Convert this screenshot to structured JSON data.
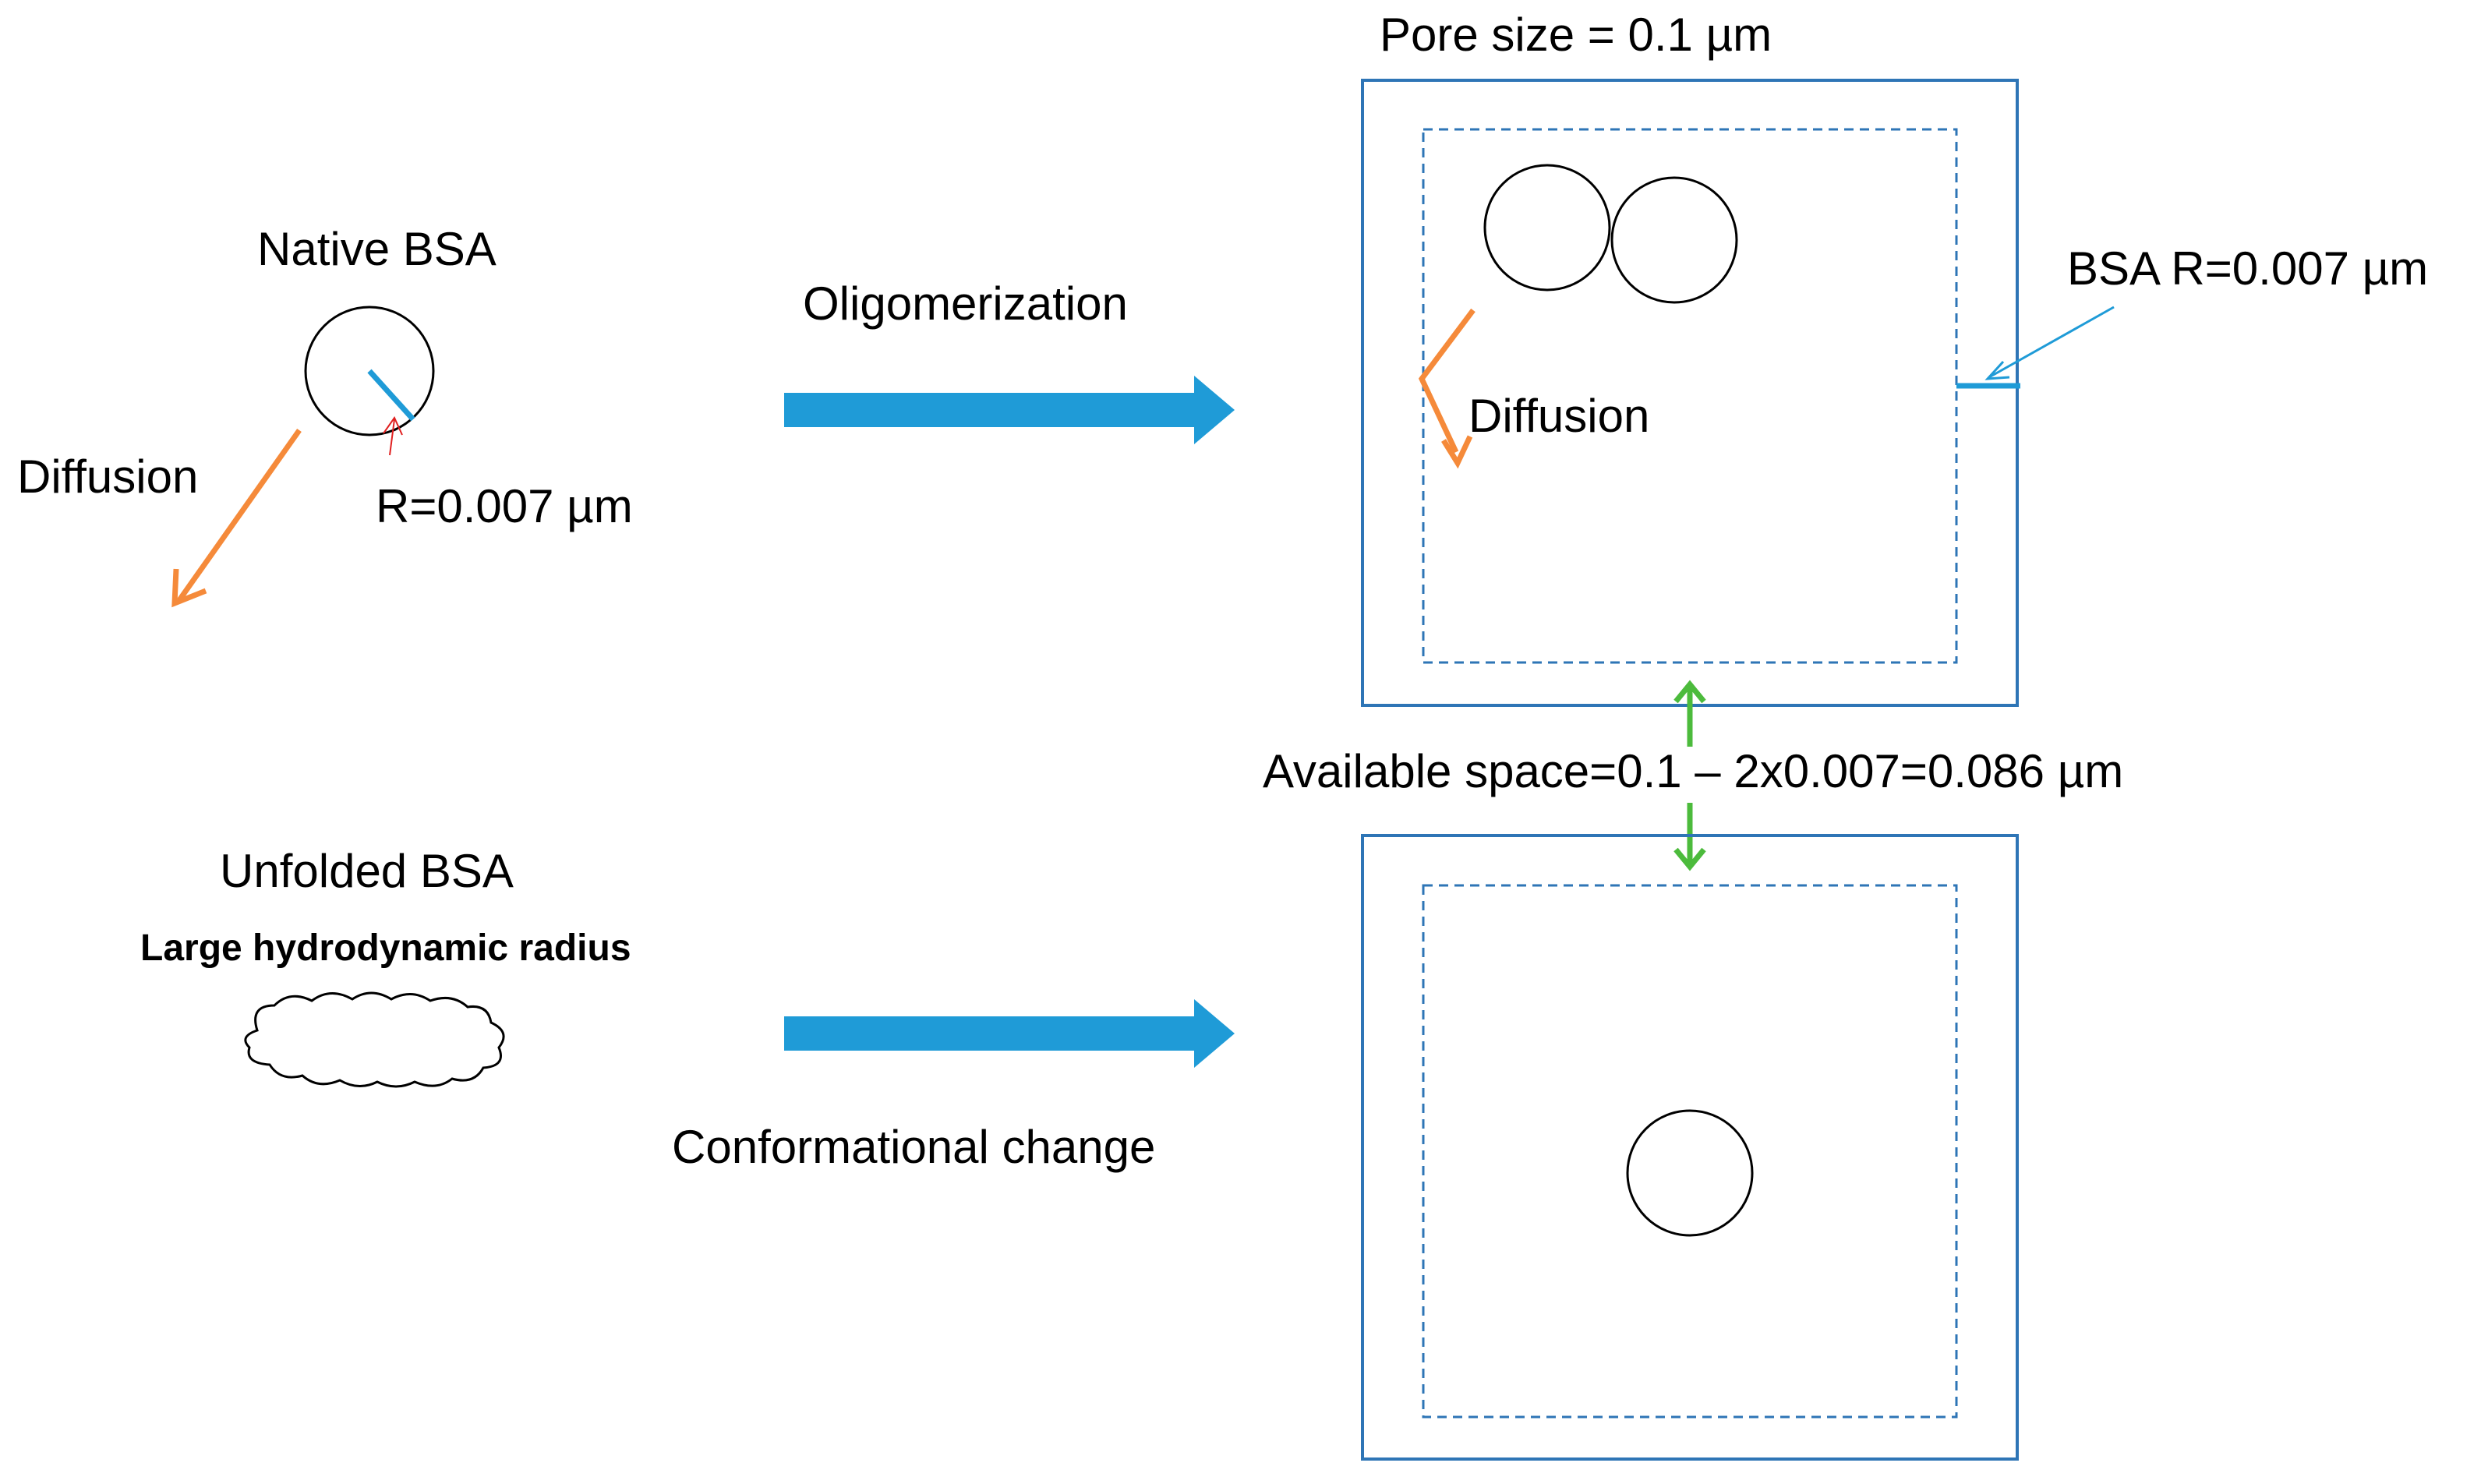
{
  "labels": {
    "pore_size": "Pore size = 0.1 µm",
    "native_bsa": "Native BSA",
    "diffusion_left": "Diffusion",
    "radius": "R=0.007 µm",
    "oligomerization": "Oligomerization",
    "diffusion_pore": "Diffusion",
    "bsa_radius": "BSA R=0.007 µm",
    "available_space": "Available space=0.1 – 2x0.007=0.086 µm",
    "unfolded_bsa": "Unfolded BSA",
    "large_radius": "Large hydrodynamic radius",
    "conformational_change": "Conformational change"
  },
  "colors": {
    "pore_border": "#2e75b6",
    "process_arrow": "#1f9bd7",
    "diffusion_arrow": "#f58a3a",
    "space_arrow": "#4cbb3c",
    "radius_pointer": "#e02020",
    "outline": "#000000"
  }
}
